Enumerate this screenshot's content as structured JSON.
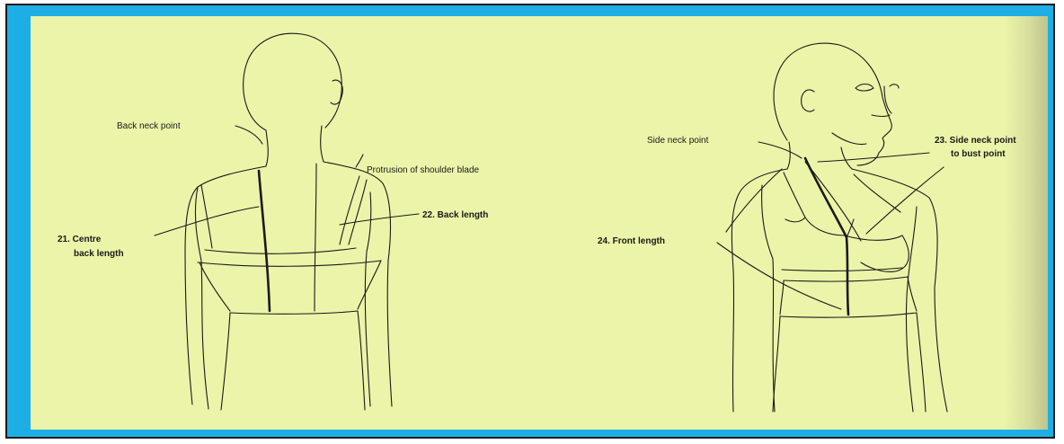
{
  "colors": {
    "border_blue": "#1eaee6",
    "panel_fill": "#ebf4a8",
    "line": "#1a1a1a"
  },
  "back_figure": {
    "back_neck_point": "Back neck point",
    "shoulder_blade": "Protrusion of shoulder blade",
    "centre_back_length_line1": "21. Centre",
    "centre_back_length_line2": "back length",
    "back_length": "22. Back length"
  },
  "front_figure": {
    "side_neck_point": "Side neck point",
    "side_neck_to_bust_line1": "23. Side neck point",
    "side_neck_to_bust_line2": "to bust point",
    "front_length": "24. Front length"
  }
}
